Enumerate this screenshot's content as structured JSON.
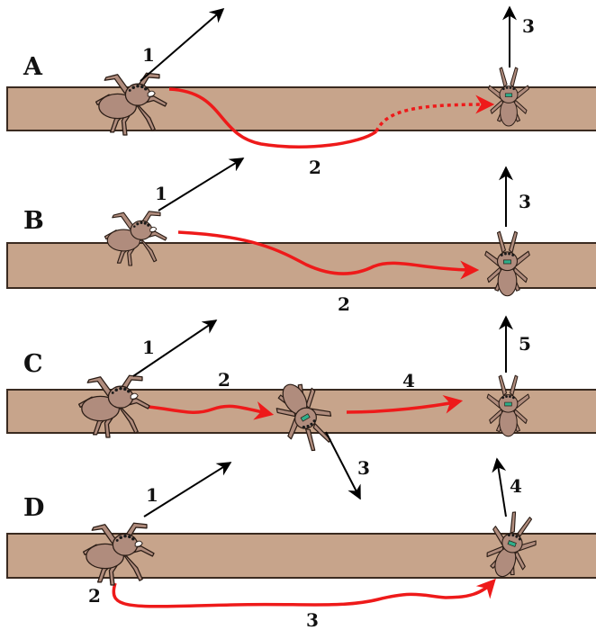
{
  "colors": {
    "branch_fill": "#c7a48b",
    "branch_stroke": "#3a2a20",
    "spider_body": "#b08c7d",
    "spider_stroke": "#2b1d16",
    "spider_eye": "#1a1a1a",
    "chelicerae": "#2fae8a",
    "path": "#ee1a1a",
    "arrow": "#000000",
    "background": "#ffffff"
  },
  "icons": [
    "jumping-spider-icon",
    "arrow-icon",
    "branch-icon",
    "path-icon"
  ],
  "panels": [
    {
      "label": "A",
      "steps": {
        "look_up": "1",
        "detour": "2",
        "look_up_end": "3"
      }
    },
    {
      "label": "B",
      "steps": {
        "look_up": "1",
        "detour": "2",
        "look_up_end": "3"
      }
    },
    {
      "label": "C",
      "steps": {
        "look_up": "1",
        "walk": "2",
        "look_down": "3",
        "walk_end": "4",
        "look_up_end": "5"
      }
    },
    {
      "label": "D",
      "steps": {
        "look_up": "1",
        "start": "2",
        "detour": "3",
        "look_up_end": "4"
      }
    }
  ]
}
